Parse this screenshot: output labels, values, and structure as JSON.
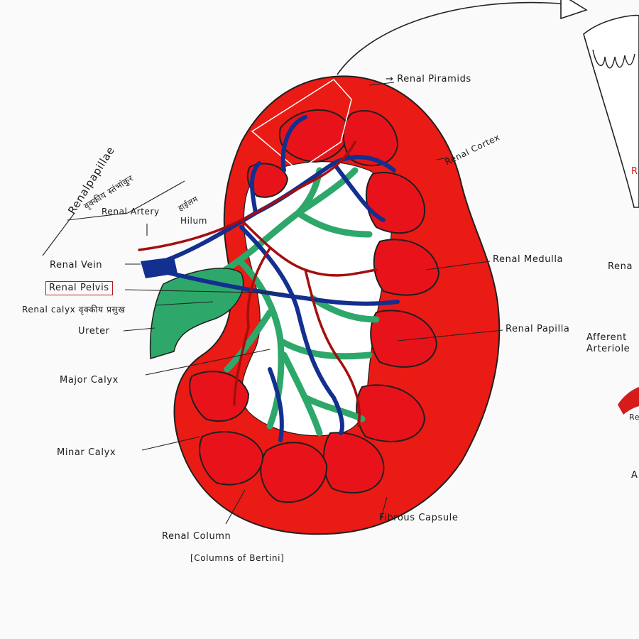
{
  "labels": {
    "renal_pyramids": "→ Renal Piramids",
    "renal_cortex": "Renal Cortex",
    "renal_papillae": "Renalpapillae",
    "renal_papillae_hindi": "वृक्कीय स्तंभांकुर",
    "renal_artery": "Renal Artery",
    "hilum_hindi": "हाईलम",
    "hilum": "Hilum",
    "renal_vein": "Renal Vein",
    "renal_pelvis": "Renal Pelvis",
    "renal_calyx": "Renal calyx वृक्कीय प्रसुख",
    "ureter": "Ureter",
    "major_calyx": "Major Calyx",
    "minar_calyx": "Minar Calyx",
    "renal_column": "Renal Column",
    "columns_of_bertini": "[Columns of Bertini]",
    "fibrous_capsule": "Fibrous Capsule",
    "renal_medulla": "Renal Medulla",
    "renal_papilla": "Renal Papilla",
    "right_renal": "Rena",
    "afferent_arteriole": "Afferent",
    "arteriole": "Arteriole",
    "edge_re": "Re",
    "edge_a": "A",
    "edge_r": "R"
  },
  "colors": {
    "cortex": "#ea1a14",
    "pyramid": "#e8131a",
    "vein": "#132f8f",
    "artery": "#c41010",
    "calyx": "#2ea86a",
    "outline": "#1f1f1f"
  }
}
